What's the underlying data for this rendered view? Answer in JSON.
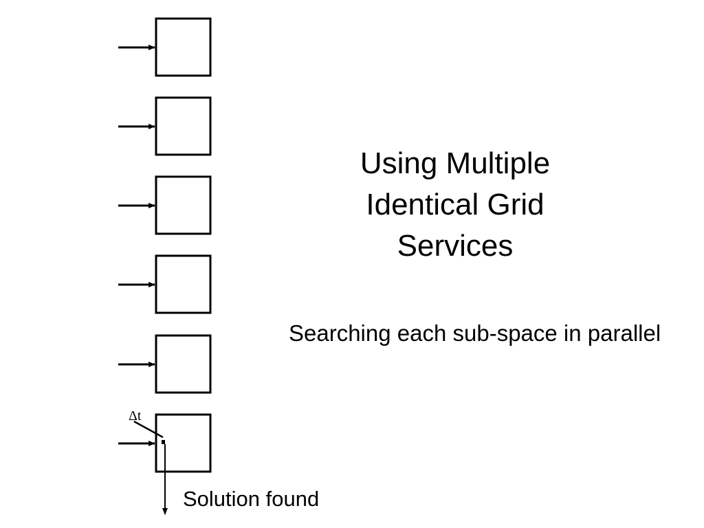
{
  "slide": {
    "title_lines": [
      "Using Multiple",
      "Identical Grid",
      "Services"
    ],
    "subtitle": "Searching each sub-space in parallel",
    "solution_label": "Solution found",
    "delta_label": "Δt"
  },
  "diagram": {
    "box_count": 6,
    "stroke_color": "#000000"
  }
}
